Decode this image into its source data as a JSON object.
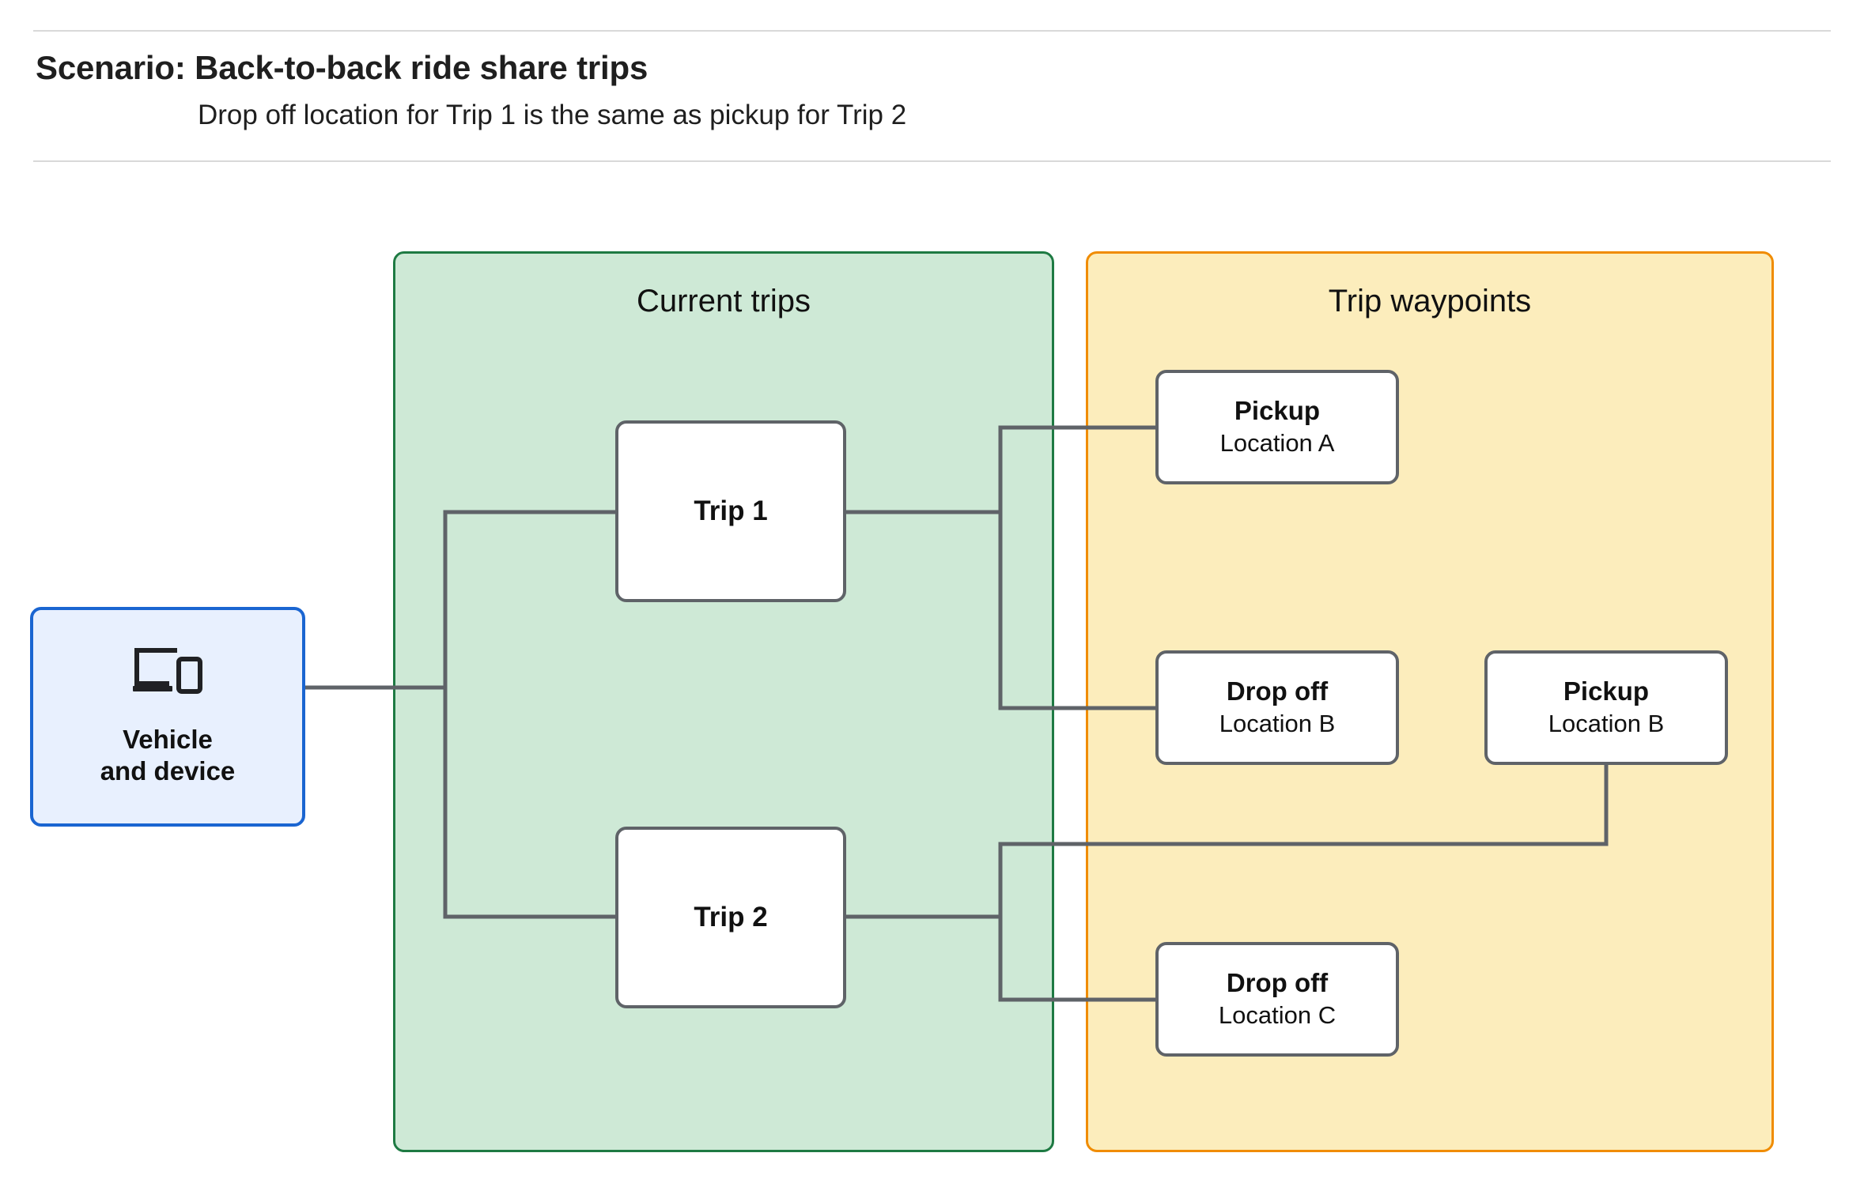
{
  "header": {
    "title": "Scenario: Back-to-back ride share trips",
    "subtitle": "Drop off  location for Trip 1 is the same as pickup for Trip 2"
  },
  "colors": {
    "current_trips_fill": "#CEE9D6",
    "current_trips_border": "#1E7A43",
    "trip_waypoints_fill": "#FCEDBC",
    "trip_waypoints_border": "#F08C00",
    "vehicle_fill": "#E8F0FE",
    "vehicle_border": "#1A65D1",
    "node_border": "#5F6368",
    "connector": "#5F6368",
    "rule": "#D9D9D9"
  },
  "panels": {
    "current_trips": {
      "title": "Current trips",
      "trips": [
        {
          "label": "Trip 1"
        },
        {
          "label": "Trip 2"
        }
      ]
    },
    "trip_waypoints": {
      "title": "Trip waypoints",
      "waypoints": [
        {
          "type": "Pickup",
          "location": "Location A"
        },
        {
          "type": "Drop off",
          "location": "Location B"
        },
        {
          "type": "Pickup",
          "location": "Location B"
        },
        {
          "type": "Drop off",
          "location": "Location C"
        }
      ]
    }
  },
  "vehicle": {
    "label": "Vehicle\nand device",
    "icon": "laptop-and-phone-icon"
  }
}
